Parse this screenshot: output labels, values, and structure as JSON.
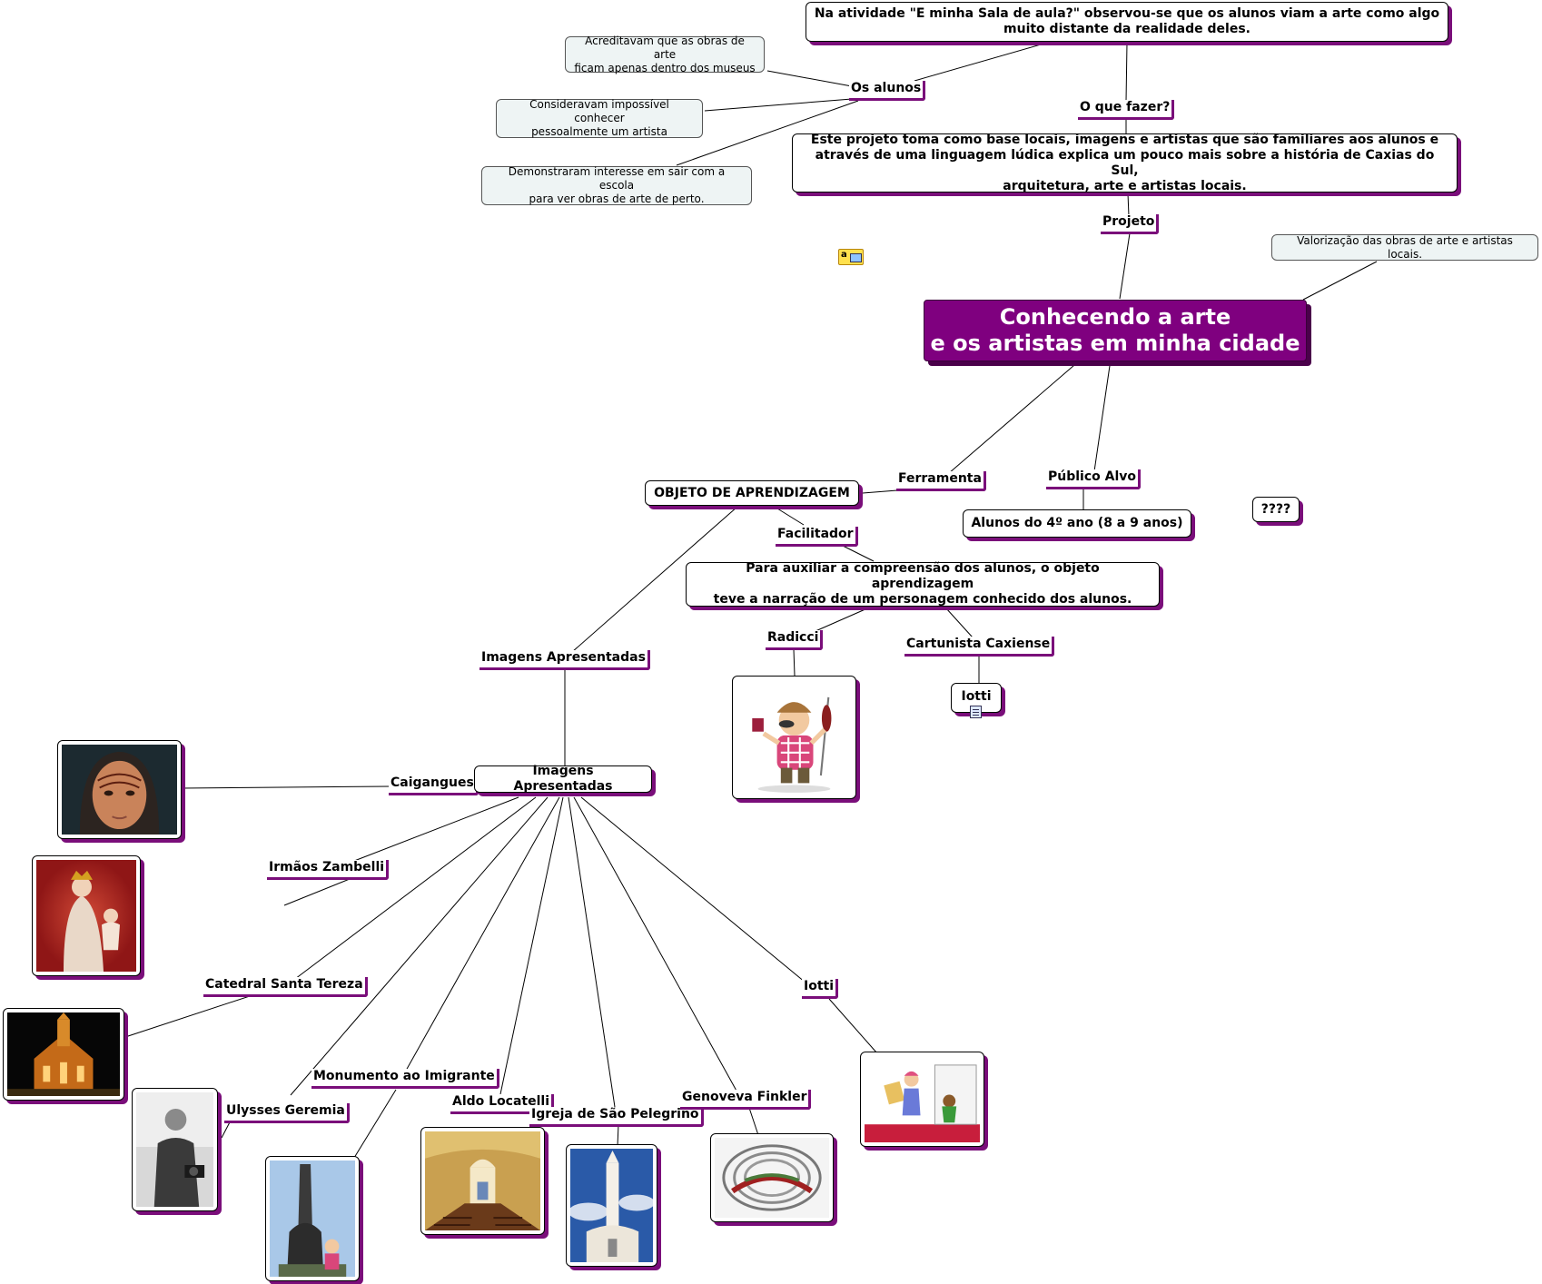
{
  "central": {
    "line1": "Conhecendo a arte",
    "line2": "e os artistas em minha cidade"
  },
  "top_box": {
    "line1": "Na atividade \"E minha Sala de aula?\" observou-se que os alunos  viam a arte como algo",
    "line2": "muito distante da realidade deles."
  },
  "labels": {
    "os_alunos": "Os alunos",
    "o_que_fazer": "O que fazer?",
    "projeto": "Projeto",
    "ferramenta": "Ferramenta",
    "publico_alvo": "Público Alvo",
    "facilitador": "Facilitador",
    "imagens_apresentadas": "Imagens Apresentadas",
    "radicci": "Radicci",
    "cartunista_caxiense": "Cartunista Caxiense",
    "caigangues": "Caigangues",
    "irmaos_zambelli": "Irmãos Zambelli",
    "catedral": "Catedral Santa Tereza",
    "monumento": "Monumento ao Imigrante",
    "ulysses": "Ulysses Geremia",
    "aldo": "Aldo Locatelli",
    "igreja": "Igreja de São Pelegrino",
    "genoveva": "Genoveva Finkler",
    "iotti": "Iotti"
  },
  "notes": {
    "n1_l1": "Acreditavam que as obras de arte",
    "n1_l2": "ficam apenas dentro dos museus",
    "n2_l1": "Consideravam impossível conhecer",
    "n2_l2": "pessoalmente um artista",
    "n3_l1": "Demonstraram interesse em sair com a escola",
    "n3_l2": "para ver obras de arte de perto.",
    "valorizacao": "Valorização das obras de arte e artistas locais."
  },
  "boxes": {
    "projeto_l1": "Este projeto toma como base locais, imagens e artistas que são familiares aos alunos e",
    "projeto_l2": "através de uma linguagem lúdica explica um pouco mais sobre a história de Caxias do Sul,",
    "projeto_l3": "arquitetura, arte e artistas locais.",
    "objeto": "OBJETO DE APRENDIZAGEM",
    "alunos": "Alunos do 4º ano (8 a 9 anos)",
    "interrogacao": "????",
    "auxiliar_l1": "Para auxiliar a compreensão dos alunos, o objeto aprendizagem",
    "auxiliar_l2": "teve a narração de um personagem conhecido dos alunos.",
    "iotti_box": "Iotti",
    "imagens_box": "Imagens Apresentadas"
  },
  "icons": {
    "note_icon": "note-icon",
    "attachment_icon": "document-icon"
  },
  "colors": {
    "accent": "#7f007f",
    "shadow": "#7a0e7a",
    "note_bg": "#eef4f4"
  }
}
